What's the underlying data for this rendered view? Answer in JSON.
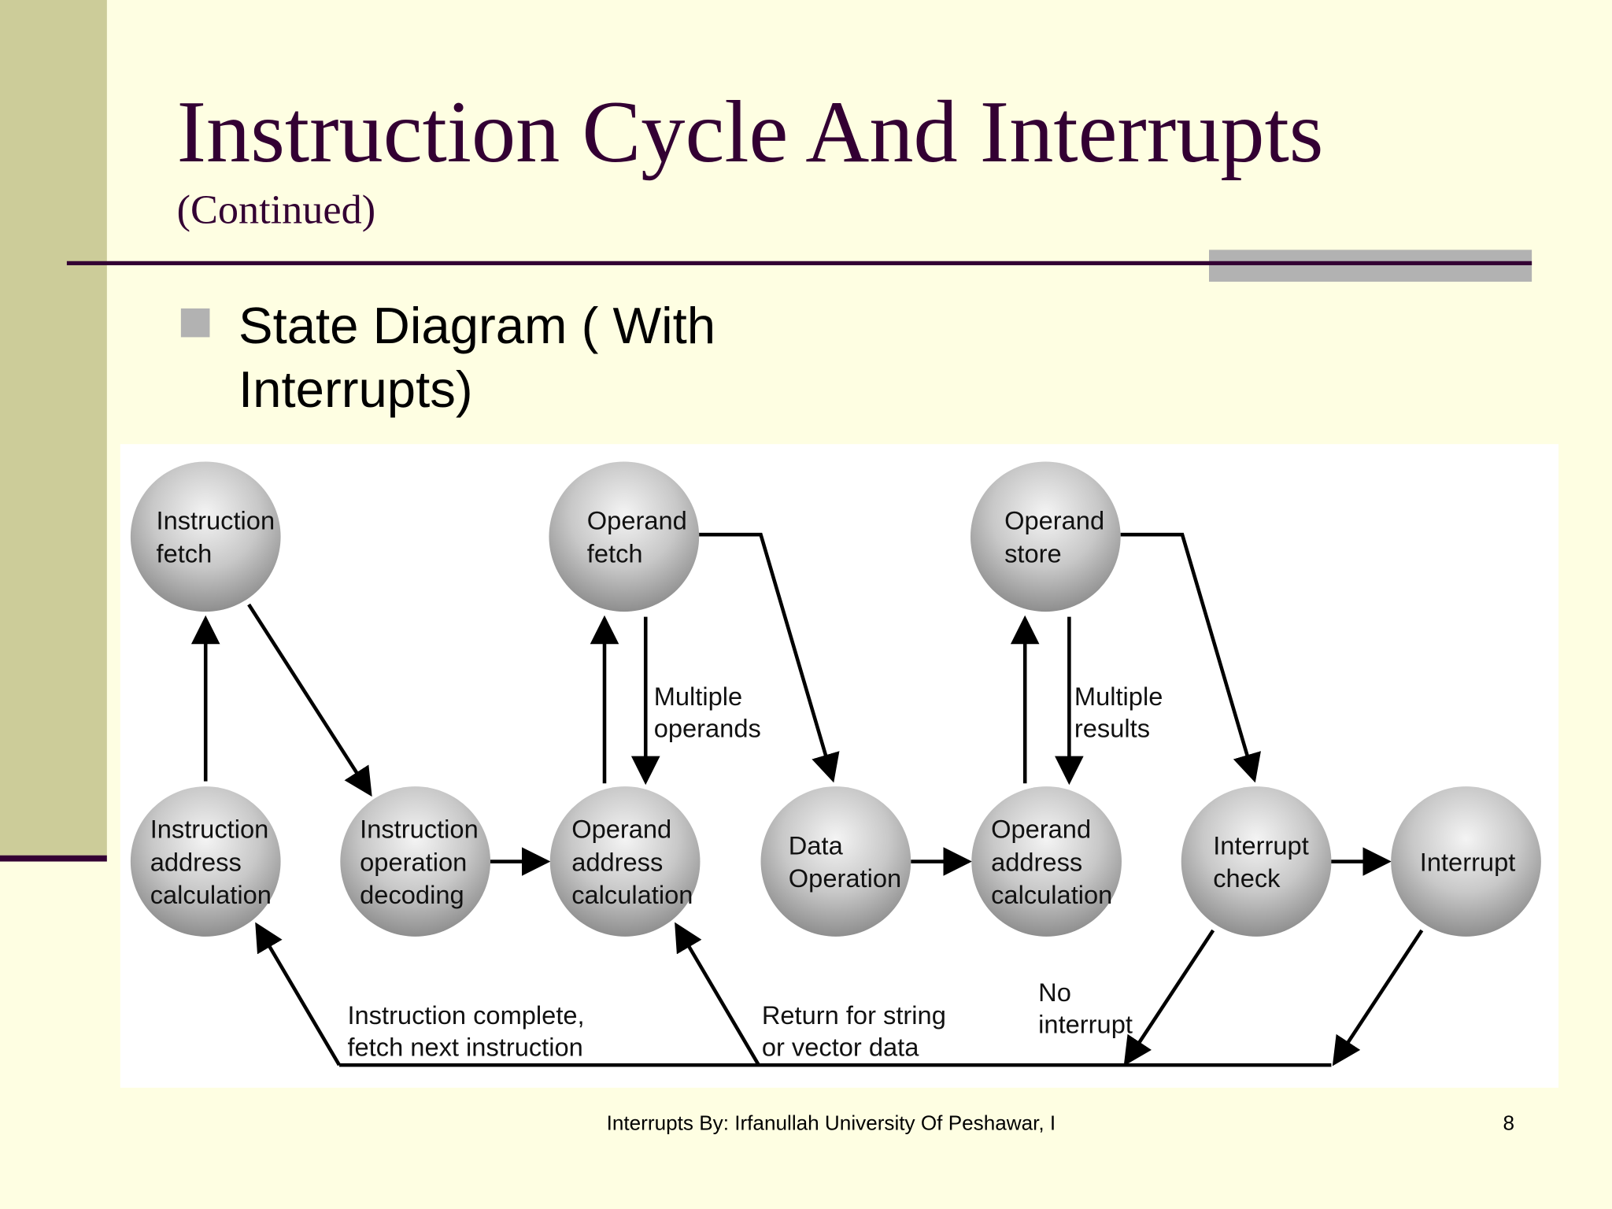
{
  "slide": {
    "title": "Instruction Cycle And Interrupts",
    "subtitle": "(Continued)",
    "bullet_line1": "State Diagram ( With",
    "bullet_line2": "Interrupts)",
    "footer": "Interrupts  By: Irfanullah University Of Peshawar, I",
    "page_number": "8",
    "colors": {
      "background": "#fefee2",
      "sidebar": "#cccc99",
      "title": "#330033",
      "accent_gray": "#b2b2b2"
    }
  },
  "diagram": {
    "states": [
      {
        "id": "if",
        "lines": [
          "Instruction",
          "fetch"
        ]
      },
      {
        "id": "of",
        "lines": [
          "Operand",
          "fetch"
        ]
      },
      {
        "id": "os",
        "lines": [
          "Operand",
          "store"
        ]
      },
      {
        "id": "iac",
        "lines": [
          "Instruction",
          "address",
          "calculation"
        ]
      },
      {
        "id": "iod",
        "lines": [
          "Instruction",
          "operation",
          "decoding"
        ]
      },
      {
        "id": "oac",
        "lines": [
          "Operand",
          "address",
          "calculation"
        ]
      },
      {
        "id": "do",
        "lines": [
          "Data",
          "Operation"
        ]
      },
      {
        "id": "oac2",
        "lines": [
          "Operand",
          "address",
          "calculation"
        ]
      },
      {
        "id": "ic",
        "lines": [
          "Interrupt",
          "check"
        ]
      },
      {
        "id": "int",
        "lines": [
          "Interrupt"
        ]
      }
    ],
    "labels": {
      "multiple_operands": [
        "Multiple",
        "operands"
      ],
      "multiple_results": [
        "Multiple",
        "results"
      ],
      "instruction_complete": [
        "Instruction complete,",
        "fetch next instruction"
      ],
      "return_string": [
        "Return for string",
        "or vector data"
      ],
      "no_interrupt": [
        "No",
        "interrupt"
      ]
    }
  }
}
